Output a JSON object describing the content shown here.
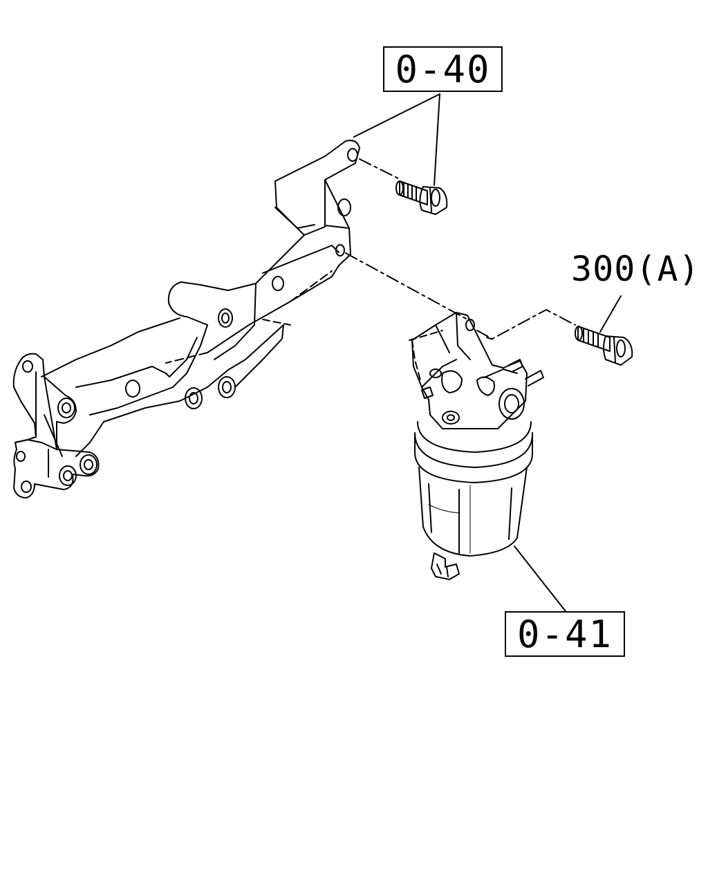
{
  "callouts": {
    "bracket_bolt": "0-40",
    "filter_assembly": "0-41",
    "filter_bolt": "300(A)"
  },
  "colors": {
    "line": "#000000",
    "background": "#ffffff"
  }
}
